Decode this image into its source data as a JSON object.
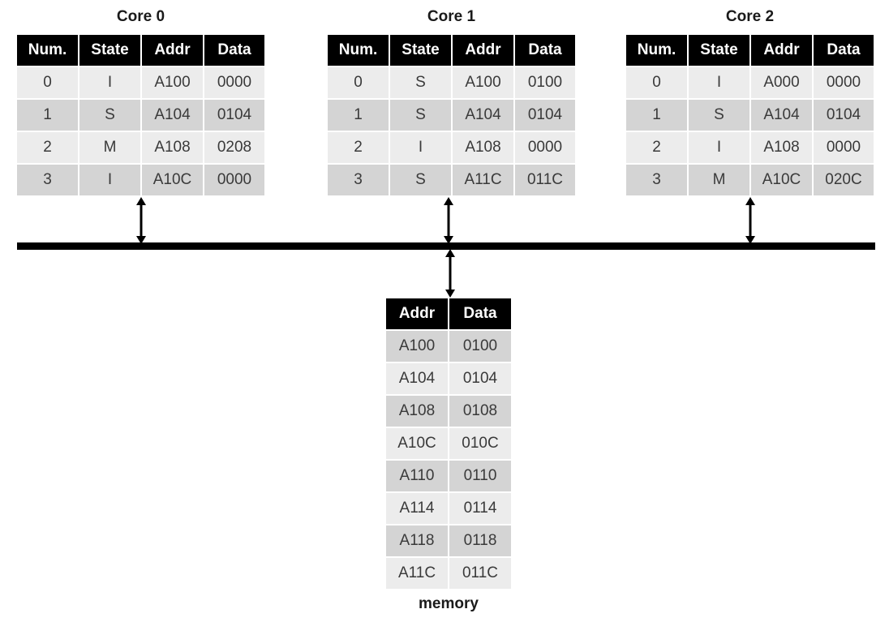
{
  "cores": [
    {
      "title": "Core 0",
      "headers": [
        "Num.",
        "State",
        "Addr",
        "Data"
      ],
      "rows": [
        [
          "0",
          "I",
          "A100",
          "0000"
        ],
        [
          "1",
          "S",
          "A104",
          "0104"
        ],
        [
          "2",
          "M",
          "A108",
          "0208"
        ],
        [
          "3",
          "I",
          "A10C",
          "0000"
        ]
      ]
    },
    {
      "title": "Core 1",
      "headers": [
        "Num.",
        "State",
        "Addr",
        "Data"
      ],
      "rows": [
        [
          "0",
          "S",
          "A100",
          "0100"
        ],
        [
          "1",
          "S",
          "A104",
          "0104"
        ],
        [
          "2",
          "I",
          "A108",
          "0000"
        ],
        [
          "3",
          "S",
          "A11C",
          "011C"
        ]
      ]
    },
    {
      "title": "Core 2",
      "headers": [
        "Num.",
        "State",
        "Addr",
        "Data"
      ],
      "rows": [
        [
          "0",
          "I",
          "A000",
          "0000"
        ],
        [
          "1",
          "S",
          "A104",
          "0104"
        ],
        [
          "2",
          "I",
          "A108",
          "0000"
        ],
        [
          "3",
          "M",
          "A10C",
          "020C"
        ]
      ]
    }
  ],
  "memory": {
    "label": "memory",
    "headers": [
      "Addr",
      "Data"
    ],
    "rows": [
      [
        "A100",
        "0100"
      ],
      [
        "A104",
        "0104"
      ],
      [
        "A108",
        "0108"
      ],
      [
        "A10C",
        "010C"
      ],
      [
        "A110",
        "0110"
      ],
      [
        "A114",
        "0114"
      ],
      [
        "A118",
        "0118"
      ],
      [
        "A11C",
        "011C"
      ]
    ]
  },
  "colors": {
    "header_bg": "#000000",
    "row_light": "#ececec",
    "row_dark": "#d4d4d4",
    "bus": "#000000"
  }
}
